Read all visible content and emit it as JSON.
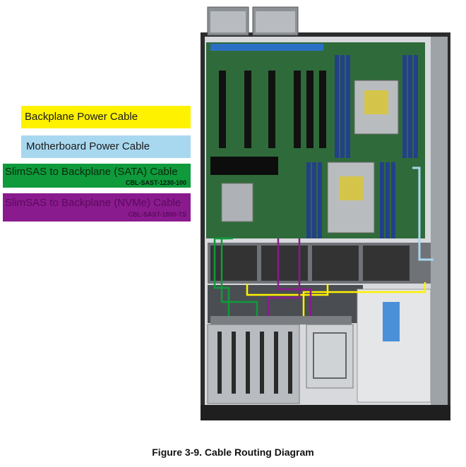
{
  "legend": {
    "backplane_power": "Backplane Power Cable",
    "motherboard_power": "Motherboard Power Cable",
    "slimsas_sata": "SlimSAS to Backplane (SATA) Cable",
    "slimsas_sata_part": "CBL-SAST-1230-100",
    "slimsas_nvme": "SlimSAS to Backplane (NVMe) Cable",
    "slimsas_nvme_part": "CBL-SAST-1590-TS"
  },
  "caption": "Figure 3-9. Cable Routing Diagram",
  "colors": {
    "backplane_power": "#fff200",
    "motherboard_power": "#a8d8f0",
    "slimsas_sata": "#0f9a3c",
    "slimsas_nvme": "#8a1b8e",
    "board_green": "#2f6b3a",
    "chassis": "#3a3a3a"
  }
}
